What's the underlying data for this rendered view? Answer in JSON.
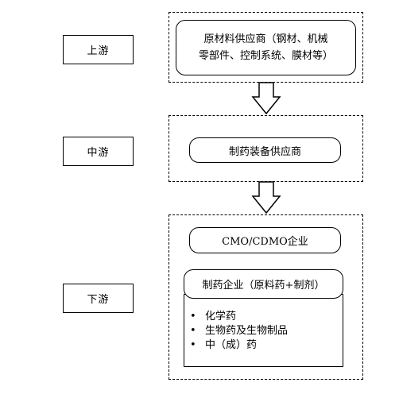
{
  "stages": {
    "upstream": "上游",
    "midstream": "中游",
    "downstream": "下游"
  },
  "upstream": {
    "box_line1": "原材料供应商（钢材、机械",
    "box_line2": "零部件、控制系统、膜材等）"
  },
  "midstream": {
    "box": "制药装备供应商"
  },
  "downstream": {
    "cmo_box": "CMO/CDMO企业",
    "pharma_box": "制药企业（原料药+制剂）",
    "bullet_symbol": "•",
    "items": [
      "化学药",
      "生物药及生物制品",
      "中（成）药"
    ]
  }
}
